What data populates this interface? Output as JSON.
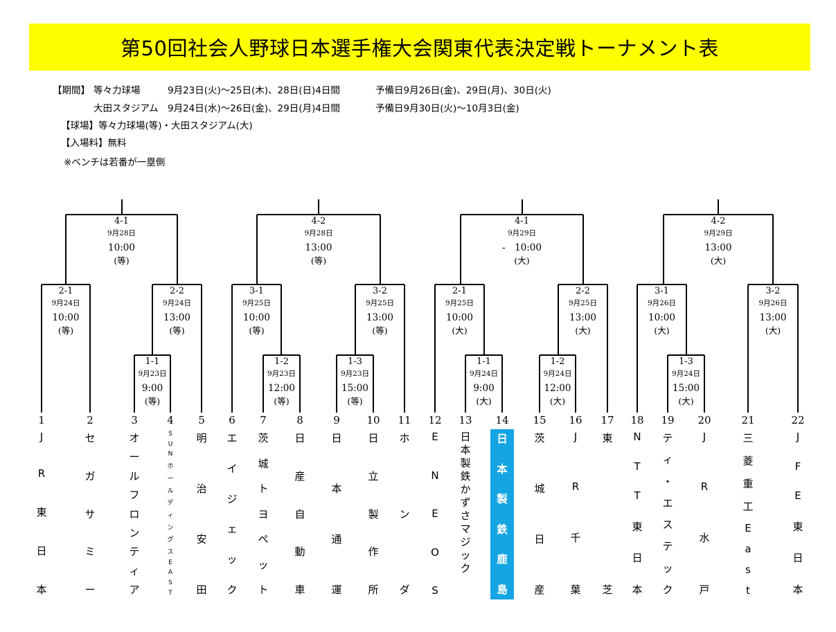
{
  "title": "第50回社会人野球日本選手権大会関東代表決定戦トーナメント表",
  "info": {
    "line1_label": "【期間】",
    "line1_venue": "等々力球場",
    "line1_dates": "9月23日(火)～25日(木)、28日(日)4日間",
    "line1_reserve": "予備日9月26日(金)、29日(月)、30日(火)",
    "line2_venue": "大田スタジアム",
    "line2_dates": "9月24日(水)～26日(金)、29日(月)4日間",
    "line2_reserve": "予備日9月30日(火)～10月3日(金)",
    "stadium": "【球場】等々力球場(等)・大田スタジアム(大)",
    "fee": "【入場料】無料",
    "note": "※ベンチは若番が一塁側"
  },
  "matches": [
    {
      "key": "a41",
      "id": "4-1",
      "date": "9月28日",
      "time": "10:00",
      "venue": "(等)"
    },
    {
      "key": "a42",
      "id": "4-2",
      "date": "9月28日",
      "time": "13:00",
      "venue": "(等)"
    },
    {
      "key": "b41",
      "id": "4-1",
      "date": "9月29日",
      "time": "-　10:00",
      "venue": "(大)"
    },
    {
      "key": "b42",
      "id": "4-2",
      "date": "9月29日",
      "time": "13:00",
      "venue": "(大)"
    },
    {
      "key": "a21",
      "id": "2-1",
      "date": "9月24日",
      "time": "10:00",
      "venue": "(等)"
    },
    {
      "key": "a22",
      "id": "2-2",
      "date": "9月24日",
      "time": "13:00",
      "venue": "(等)"
    },
    {
      "key": "a31",
      "id": "3-1",
      "date": "9月25日",
      "time": "10:00",
      "venue": "(等)"
    },
    {
      "key": "a32",
      "id": "3-2",
      "date": "9月25日",
      "time": "13:00",
      "venue": "(等)"
    },
    {
      "key": "b21",
      "id": "2-1",
      "date": "9月25日",
      "time": "10:00",
      "venue": "(大)"
    },
    {
      "key": "b22",
      "id": "2-2",
      "date": "9月25日",
      "time": "13:00",
      "venue": "(大)"
    },
    {
      "key": "b31",
      "id": "3-1",
      "date": "9月26日",
      "time": "10:00",
      "venue": "(大)"
    },
    {
      "key": "b32",
      "id": "3-2",
      "date": "9月26日",
      "time": "13:00",
      "venue": "(大)"
    },
    {
      "key": "a11",
      "id": "1-1",
      "date": "9月23日",
      "time": "9:00",
      "venue": "(等)"
    },
    {
      "key": "a12",
      "id": "1-2",
      "date": "9月23日",
      "time": "12:00",
      "venue": "(等)"
    },
    {
      "key": "a13",
      "id": "1-3",
      "date": "9月23日",
      "time": "15:00",
      "venue": "(等)"
    },
    {
      "key": "b11",
      "id": "1-1",
      "date": "9月24日",
      "time": "9:00",
      "venue": "(大)"
    },
    {
      "key": "b12",
      "id": "1-2",
      "date": "9月24日",
      "time": "12:00",
      "venue": "(大)"
    },
    {
      "key": "b13",
      "id": "1-3",
      "date": "9月24日",
      "time": "15:00",
      "venue": "(大)"
    }
  ],
  "teams": [
    {
      "num": "1",
      "name": "JR東日本"
    },
    {
      "num": "2",
      "name": "セガサミー"
    },
    {
      "num": "3",
      "name": "オールフロンティア"
    },
    {
      "num": "4",
      "name": "SUNホールディングスEAST"
    },
    {
      "num": "5",
      "name": "明治安田"
    },
    {
      "num": "6",
      "name": "エイジェック"
    },
    {
      "num": "7",
      "name": "茨城トヨペット"
    },
    {
      "num": "8",
      "name": "日産自動車"
    },
    {
      "num": "9",
      "name": "日本通運"
    },
    {
      "num": "10",
      "name": "日立製作所"
    },
    {
      "num": "11",
      "name": "ホンダ"
    },
    {
      "num": "12",
      "name": "ENEOS"
    },
    {
      "num": "13",
      "name": "日本製鉄かずさマジック"
    },
    {
      "num": "14",
      "name": "日本製鉄鹿島"
    },
    {
      "num": "15",
      "name": "茨城日産"
    },
    {
      "num": "16",
      "name": "JR千葉"
    },
    {
      "num": "17",
      "name": "東芝"
    },
    {
      "num": "18",
      "name": "NTT東日本"
    },
    {
      "num": "19",
      "name": "ティ・エステック"
    },
    {
      "num": "20",
      "name": "JR水戸"
    },
    {
      "num": "21",
      "name": "三菱重工East"
    },
    {
      "num": "22",
      "name": "JFE東日本"
    }
  ],
  "colors": {
    "title_bg": "#ffff00",
    "highlight_bg": "#16a5e3",
    "highlight_text": "#ffffff"
  }
}
